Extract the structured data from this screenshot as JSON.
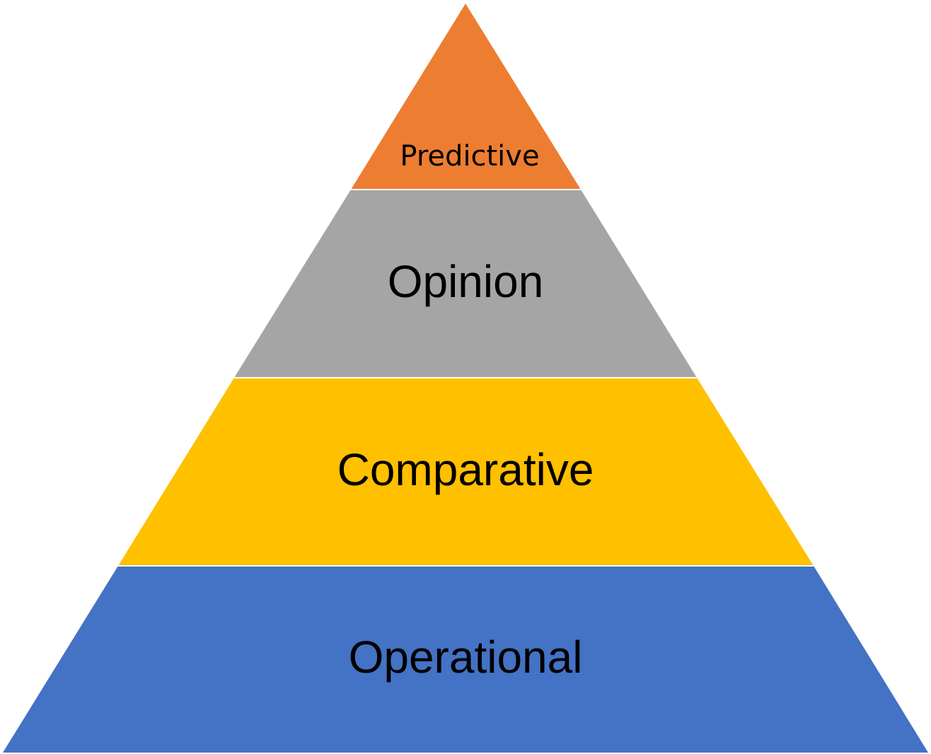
{
  "pyramid": {
    "levels": [
      {
        "label": "Predictive",
        "color": "#ED7D31"
      },
      {
        "label": "Opinion",
        "color": "#A5A5A5"
      },
      {
        "label": "Comparative",
        "color": "#FFC000"
      },
      {
        "label": "Operational",
        "color": "#4472C4"
      }
    ],
    "divider_color": "#FFFFFF"
  }
}
